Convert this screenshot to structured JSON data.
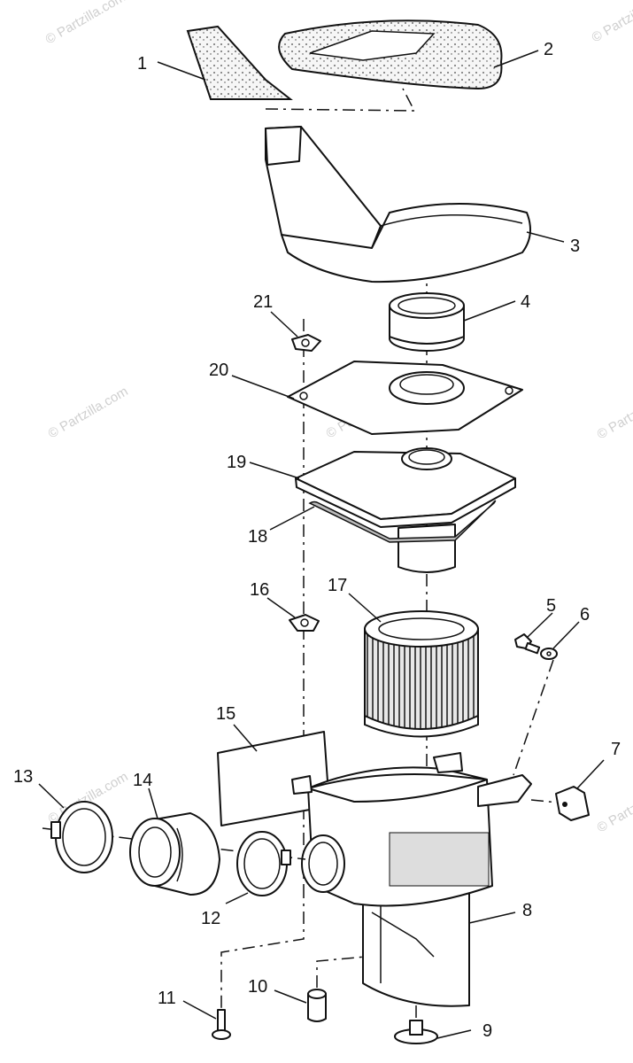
{
  "watermark": "© Partzilla.com",
  "watermark_short": "© Partzilla.com",
  "callouts": [
    "1",
    "2",
    "3",
    "4",
    "5",
    "6",
    "7",
    "8",
    "9",
    "10",
    "11",
    "12",
    "13",
    "14",
    "15",
    "16",
    "17",
    "18",
    "19",
    "20",
    "21"
  ]
}
